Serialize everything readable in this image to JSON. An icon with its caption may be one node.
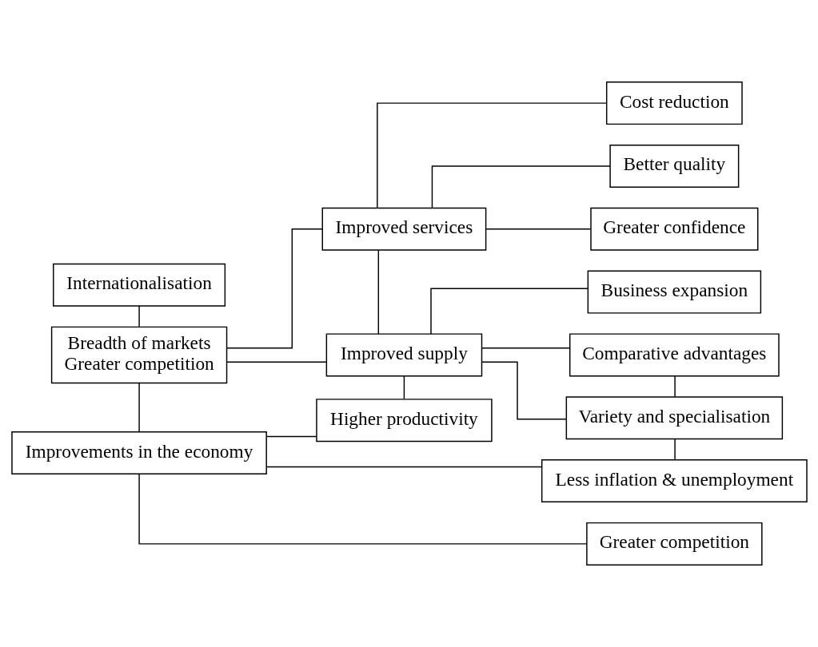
{
  "diagram": {
    "nodes": [
      {
        "text": [
          "Internationalisation"
        ]
      },
      {
        "text": [
          "Breadth of markets",
          "Greater competition"
        ]
      },
      {
        "text": [
          "Improved services"
        ]
      },
      {
        "text": [
          "Cost reduction"
        ]
      },
      {
        "text": [
          "Better quality"
        ]
      },
      {
        "text": [
          "Greater confidence"
        ]
      },
      {
        "text": [
          "Improved supply"
        ]
      },
      {
        "text": [
          "Business expansion"
        ]
      },
      {
        "text": [
          "Comparative advantages"
        ]
      },
      {
        "text": [
          "Variety and specialisation"
        ]
      },
      {
        "text": [
          "Higher productivity"
        ]
      },
      {
        "text": [
          "Improvements in the economy"
        ]
      },
      {
        "text": [
          "Less inflation & unemployment"
        ]
      },
      {
        "text": [
          "Greater competition"
        ]
      }
    ],
    "edges": [
      {
        "from": 0,
        "to": 1,
        "arrow": "none"
      },
      {
        "from": 1,
        "to": 2,
        "arrow": "none"
      },
      {
        "from": 2,
        "to": 3,
        "arrow": "none"
      },
      {
        "from": 2,
        "to": 4,
        "arrow": "none"
      },
      {
        "from": 2,
        "to": 5,
        "arrow": "none"
      },
      {
        "from": 1,
        "to": 11,
        "arrow": "none"
      },
      {
        "from": 1,
        "to": 6,
        "arrow": "none"
      },
      {
        "from": 2,
        "to": 6,
        "arrow": "none"
      },
      {
        "from": 6,
        "to": 7,
        "arrow": "none"
      },
      {
        "from": 6,
        "to": 8,
        "arrow": "none"
      },
      {
        "from": 6,
        "to": 9,
        "arrow": "none"
      },
      {
        "from": 8,
        "to": 9,
        "arrow": "none"
      },
      {
        "from": 9,
        "to": 12,
        "arrow": "none"
      },
      {
        "from": 6,
        "to": 10,
        "arrow": "none"
      },
      {
        "from": 10,
        "to": 11,
        "arrow": "none"
      },
      {
        "from": 11,
        "to": 12,
        "arrow": "none"
      },
      {
        "from": 11,
        "to": 13,
        "arrow": "none"
      }
    ]
  }
}
